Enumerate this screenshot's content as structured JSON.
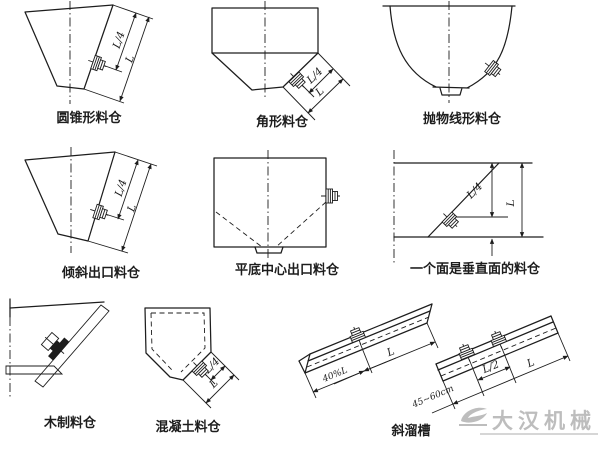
{
  "figures": {
    "conical": {
      "caption": "圆锥形料仓",
      "dim_quarter": "L/4",
      "dim_full": "L"
    },
    "angular": {
      "caption": "角形料仓",
      "dim_quarter": "L/4",
      "dim_full": "L"
    },
    "parabolic": {
      "caption": "抛物线形料仓"
    },
    "inclined_outlet": {
      "caption": "倾斜出口料仓",
      "dim_quarter": "L/4",
      "dim_full": "L"
    },
    "flat_bottom": {
      "caption": "平底中心出口料仓"
    },
    "vertical_face": {
      "caption": "一个面是垂直面的料仓",
      "dim_quarter": "L/4",
      "dim_full": "L"
    },
    "wooden": {
      "caption": "木制料仓"
    },
    "concrete": {
      "caption": "混凝土料仓",
      "dim_quarter": "L/4",
      "dim_full": "L"
    },
    "chute": {
      "caption": "斜溜槽",
      "dim_forty_percent": "40%L",
      "dim_full_left": "L",
      "dim_half": "L/2",
      "dim_full_right": "L",
      "dim_spacing": "45~60cm"
    }
  },
  "icons": {
    "vibrator": "vibrator-icon"
  },
  "watermark": {
    "brand": "大汉机械"
  },
  "colors": {
    "ink": "#1d1d1d",
    "paper": "#ffffff",
    "watermark": "#bdbdbd"
  }
}
